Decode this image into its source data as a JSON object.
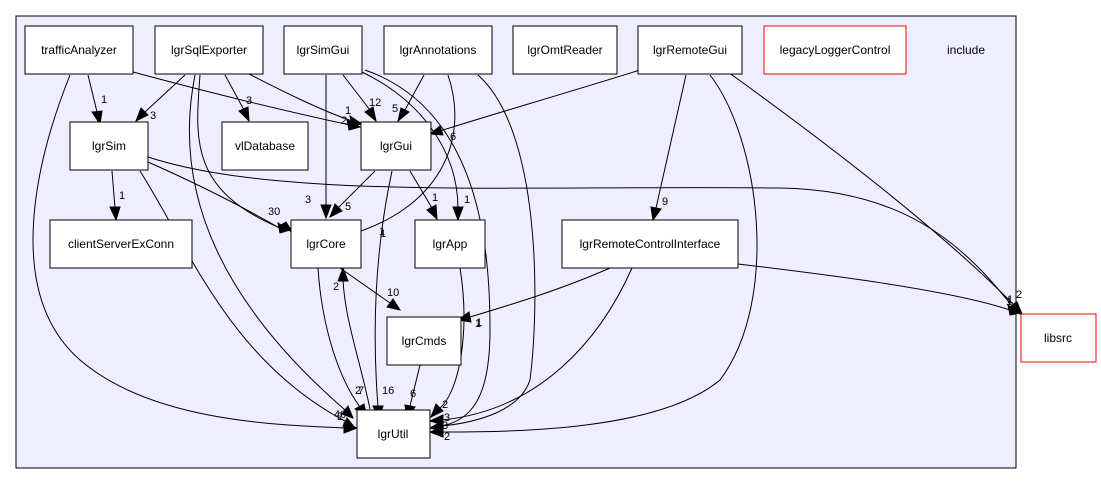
{
  "colors": {
    "cluster_fill": "#eeeeff",
    "cluster_stroke": "#000000",
    "node_fill": "#ffffff",
    "node_stroke": "#000000",
    "external_stroke": "#ff0000"
  },
  "cluster": {
    "label": "include"
  },
  "nodes": {
    "trafficAnalyzer": "trafficAnalyzer",
    "lgrSqlExporter": "lgrSqlExporter",
    "lgrSimGui": "lgrSimGui",
    "lgrAnnotations": "lgrAnnotations",
    "lgrOmtReader": "lgrOmtReader",
    "lgrRemoteGui": "lgrRemoteGui",
    "legacyLoggerControl": "legacyLoggerControl",
    "lgrSim": "lgrSim",
    "vlDatabase": "vlDatabase",
    "lgrGui": "lgrGui",
    "clientServerExConn": "clientServerExConn",
    "lgrCore": "lgrCore",
    "lgrApp": "lgrApp",
    "lgrRemoteControlInterface": "lgrRemoteControlInterface",
    "lgrCmds": "lgrCmds",
    "lgrUtil": "lgrUtil",
    "libsrc": "libsrc"
  },
  "edge_labels": {
    "ta_sim": "1",
    "ta_gui": "2",
    "ta_util": "40",
    "sql_sim": "3",
    "sql_vldb": "3",
    "sql_gui": "1",
    "sql_core": "3",
    "sql_util": "7",
    "simgui_gui": "12",
    "simgui_core": "3",
    "simgui_app": "1",
    "simgui_util": "2",
    "ann_gui": "5",
    "ann_core": "1",
    "ann_util": "3",
    "rg_gui": "6",
    "rg_rci": "9",
    "rg_libsrc": "2",
    "rg_util": "2",
    "sim_csec": "1",
    "sim_core": "30",
    "sim_libsrc": "1",
    "sim_util": "2",
    "gui_core": "5",
    "gui_app": "1",
    "gui_util": "1",
    "core_cmds": "10",
    "core_util": "2",
    "util_core": "2",
    "app_util": "1",
    "rci_cmds": "1",
    "rci_libsrc": "1",
    "rci_util": "3",
    "cmds_util": "6",
    "util_16": "16"
  }
}
